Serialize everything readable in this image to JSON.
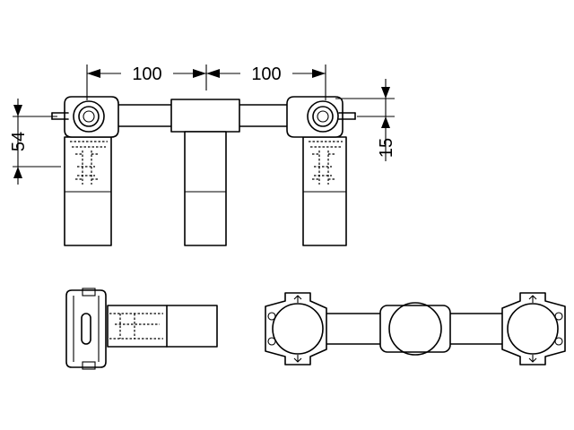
{
  "drawing": {
    "dimensions": {
      "left_spacing": "100",
      "right_spacing": "100",
      "height_left": "54",
      "height_right": "15"
    },
    "colors": {
      "line": "#000000",
      "background": "#ffffff"
    }
  }
}
